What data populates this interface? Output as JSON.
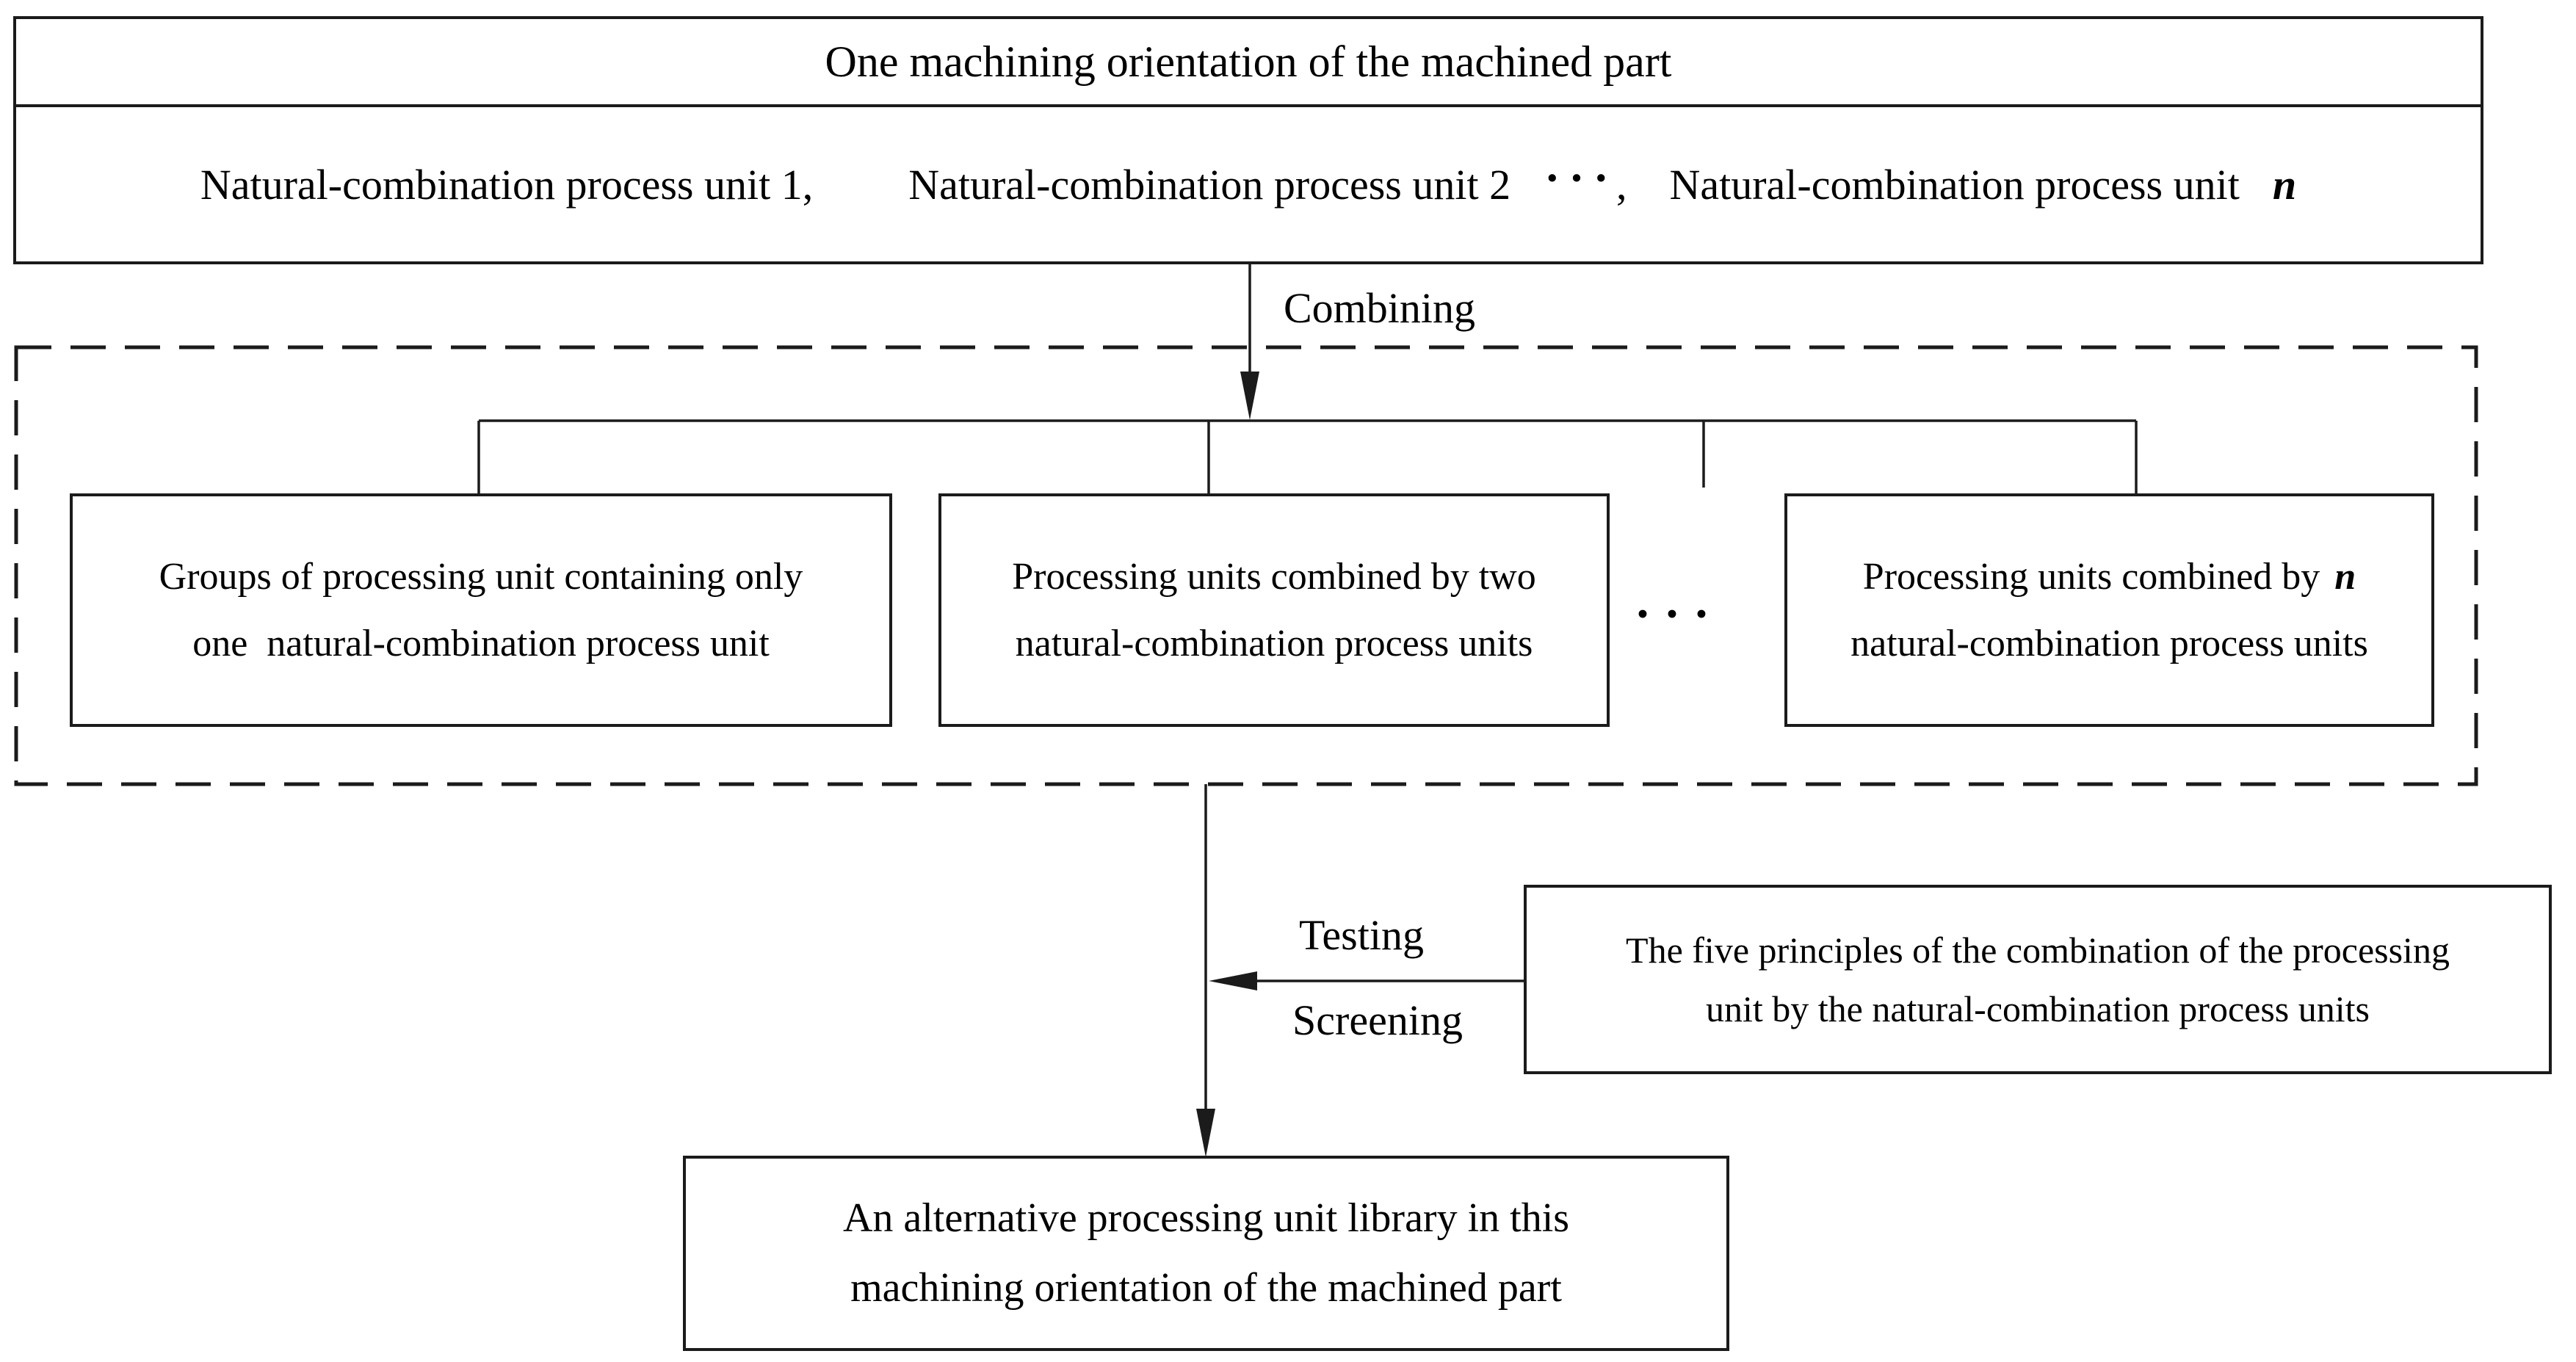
{
  "top_box": {
    "title": "One machining orientation of the machined part",
    "units_row": {
      "unit1": "Natural-combination process unit 1,",
      "unit2": "Natural-combination process unit 2",
      "dots": "•••",
      "comma": ",",
      "unit_n_prefix": "Natural-combination process unit",
      "n": "n"
    }
  },
  "labels": {
    "combining": "Combining",
    "testing": "Testing",
    "screening": "Screening"
  },
  "group_boxes": {
    "left": {
      "line1": "Groups of processing unit containing only",
      "line2": "one  natural-combination process unit"
    },
    "middle": {
      "line1": "Processing units combined by two",
      "line2": "natural-combination process units"
    },
    "ellipsis": "•••",
    "right": {
      "line1_prefix": "Processing units combined by",
      "n": "n",
      "line2": "natural-combination process units"
    }
  },
  "principles_box": {
    "line1": "The five principles of the combination of the processing",
    "line2": "unit by the natural-combination process units"
  },
  "result_box": {
    "line1": "An alternative processing unit library in this",
    "line2": "machining orientation of the machined part"
  },
  "colors": {
    "line": "#1b1b1b",
    "text": "#000000",
    "background": "#ffffff"
  }
}
